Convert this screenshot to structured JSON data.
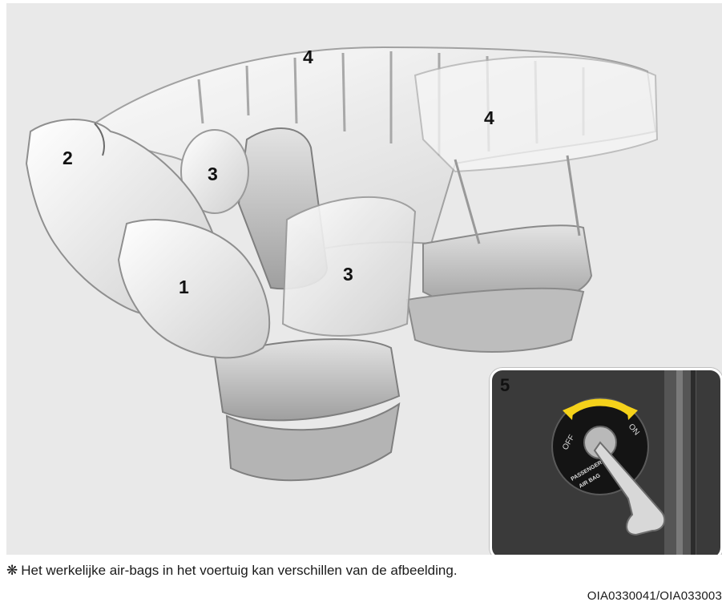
{
  "figure": {
    "callouts": [
      {
        "id": "1",
        "text": "1"
      },
      {
        "id": "2",
        "text": "2"
      },
      {
        "id": "3a",
        "text": "3"
      },
      {
        "id": "3b",
        "text": "3"
      },
      {
        "id": "4a",
        "text": "4"
      },
      {
        "id": "4b",
        "text": "4"
      }
    ],
    "inset": {
      "badge": "5",
      "switch_off_label": "OFF",
      "switch_on_label": "ON",
      "switch_caption_line1": "PASSENGER",
      "switch_caption_line2": "AIR BAG"
    }
  },
  "caption": {
    "mark": "❋",
    "text": "Het werkelijke air-bags in het voertuig kan verschillen van de afbeelding."
  },
  "figure_code": "OIA0330041/OIA033003",
  "colors": {
    "panel_bg": "#e9e9e9",
    "airbag": "#f1f1f1",
    "seat": "#cfcfcf",
    "inset_bg": "#3a3a3a",
    "arrow_yellow": "#f5d21a"
  }
}
